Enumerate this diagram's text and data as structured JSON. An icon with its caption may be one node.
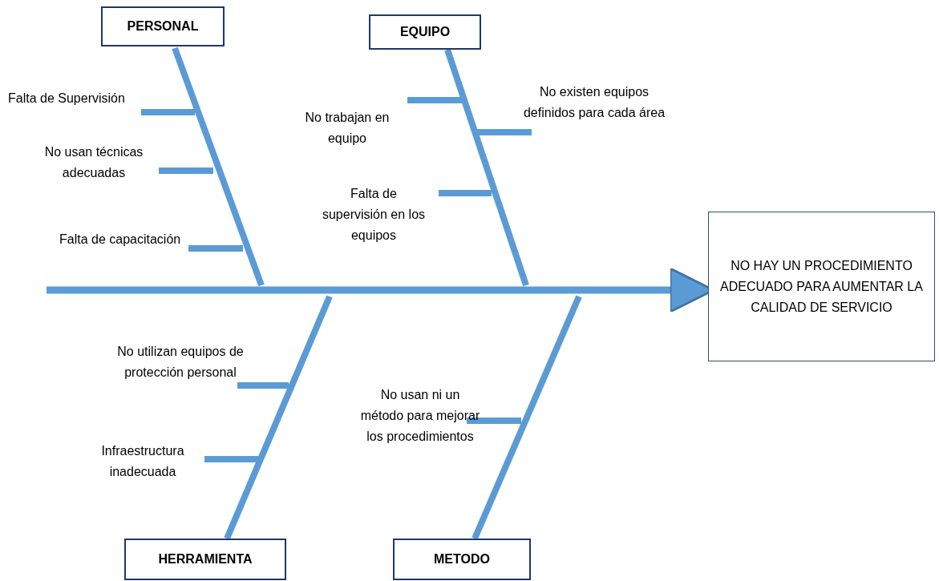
{
  "diagram": {
    "nodes": [
      {
        "text": [
          "PERSONAL"
        ]
      },
      {
        "text": [
          "EQUIPO"
        ]
      },
      {
        "text": [
          "NO HAY UN PROCEDIMIENTO ADECUADO PARA AUMENTAR LA CALIDAD DE SERVICIO"
        ]
      },
      {
        "text": [
          "HERRAMIENTA"
        ]
      },
      {
        "text": [
          "METODO"
        ]
      }
    ],
    "edges": [
      {
        "from": null,
        "to": 2,
        "arrow": "to"
      }
    ],
    "labels": [
      "Falta de Supervisión",
      "No trabajan en equipo",
      "No existen equipos definidos para cada área",
      "No usan técnicas adecuadas",
      "Falta de supervisión en los equipos",
      "Falta de capacitación",
      "No utilizan equipos de protección personal",
      "No usan ni un método para mejorar los procedimientos",
      "Infraestructura inadecuada"
    ]
  }
}
